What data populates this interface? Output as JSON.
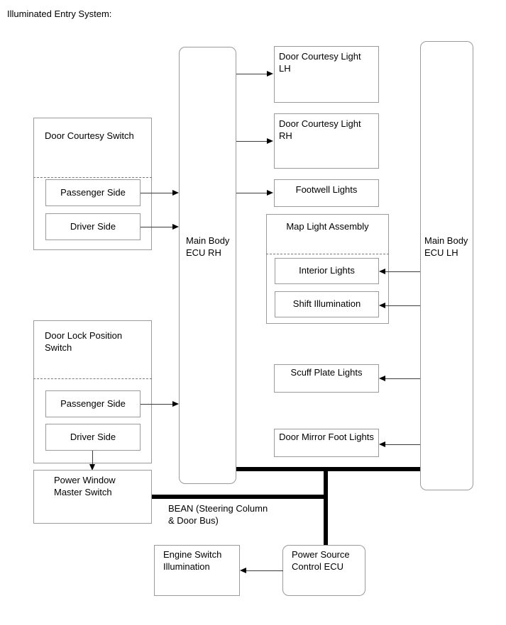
{
  "page": {
    "title": "Illuminated Entry System:"
  },
  "ecus": {
    "main_body_rh": "Main Body\nECU RH",
    "main_body_lh": "Main Body\nECU LH",
    "power_source_control": "Power Source\nControl ECU"
  },
  "switch_groups": [
    {
      "name": "door-courtesy-switch",
      "title": "Door Courtesy Switch",
      "children": [
        "Passenger Side",
        "Driver Side"
      ]
    },
    {
      "name": "door-lock-position-switch",
      "title": "Door Lock Position\nSwitch",
      "children": [
        "Passenger Side",
        "Driver Side"
      ]
    }
  ],
  "power_window_master_switch": "Power Window\nMaster Switch",
  "loads": {
    "door_courtesy_light_lh": "Door Courtesy Light\nLH",
    "door_courtesy_light_rh": "Door Courtesy Light\nRH",
    "footwell_lights": "Footwell Lights",
    "scuff_plate_lights": "Scuff Plate Lights",
    "door_mirror_foot_lights": "Door Mirror Foot Lights",
    "engine_switch_illumination": "Engine Switch\nIllumination"
  },
  "map_light_assembly": {
    "title": "Map Light Assembly",
    "children": [
      "Interior Lights",
      "Shift Illumination"
    ]
  },
  "bus": {
    "label": "BEAN (Steering Column\n& Door Bus)"
  },
  "colors": {
    "box_border": "#9a9a9a",
    "line": "#3a3a3a",
    "bus": "#000000",
    "text": "#000000",
    "background": "#ffffff"
  }
}
